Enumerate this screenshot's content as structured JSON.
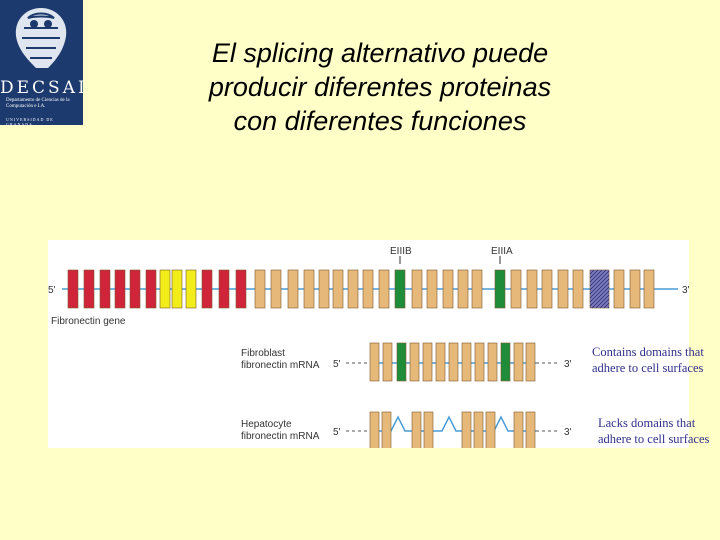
{
  "logo": {
    "name": "DECSAI",
    "department": "Departamento de Ciencias de la Computación e I.A.",
    "university": "UNIVERSIDAD DE GRANADA"
  },
  "title": {
    "line1": "El splicing alternativo puede",
    "line2": "producir diferentes proteinas",
    "line3": "con diferentes funciones"
  },
  "diagram": {
    "exon_labels": {
      "eiiib": "EIIIB",
      "eiiia": "EIIIA"
    },
    "gene_label": "Fibronectin gene",
    "end5": "5'",
    "end3": "3'",
    "fibroblast_label": {
      "line1": "Fibroblast",
      "line2": "fibronectin mRNA"
    },
    "hepatocyte_label": {
      "line1": "Hepatocyte",
      "line2": "fibronectin mRNA"
    }
  },
  "notes": {
    "fibroblast": "Contains domains that adhere to cell surfaces",
    "hepatocyte": "Lacks domains that adhere to cell surfaces"
  },
  "colors": {
    "background": "#ffffc8",
    "red_exon": "#d0243a",
    "yellow_exon": "#f2ec1a",
    "tan_exon": "#e6b879",
    "green_exon": "#1f8c3a",
    "purple_exon": "#7a7abf",
    "line": "#4a9cd6"
  }
}
